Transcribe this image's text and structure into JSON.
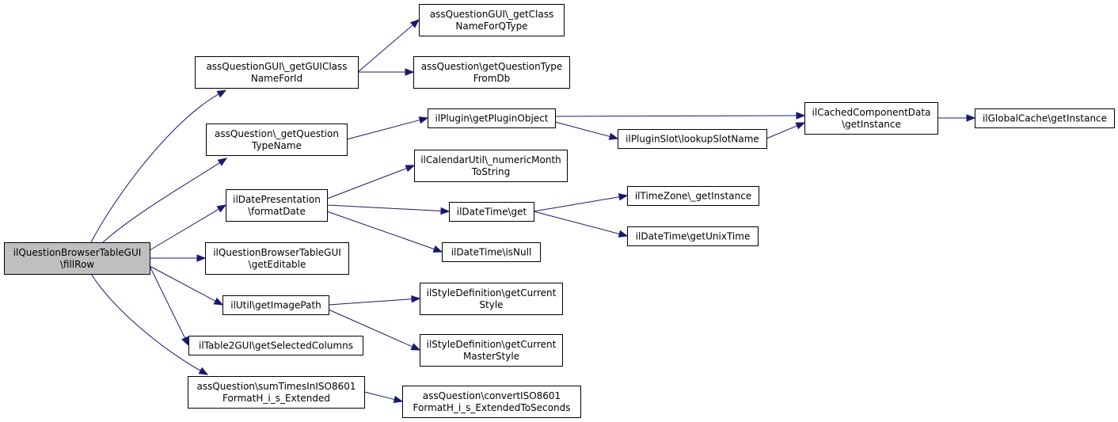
{
  "colors": {
    "edge": "#191970",
    "node_fill": "#ffffff",
    "root_fill": "#bfbfbf",
    "node_border": "#000000"
  },
  "nodes": {
    "root": {
      "lines": [
        "ilQuestionBrowserTableGUI",
        "\\fillRow"
      ]
    },
    "getguiclass": {
      "lines": [
        "assQuestionGUI\\_getGUIClass",
        "NameForId"
      ]
    },
    "getclassname": {
      "lines": [
        "assQuestionGUI\\_getClass",
        "NameForQType"
      ]
    },
    "getqtypefromdb": {
      "lines": [
        "assQuestion\\getQuestionType",
        "FromDb"
      ]
    },
    "getqtypename": {
      "lines": [
        "assQuestion\\_getQuestion",
        "TypeName"
      ]
    },
    "getpluginobject": {
      "lines": [
        "ilPlugin\\getPluginObject"
      ]
    },
    "lookupslotname": {
      "lines": [
        "ilPluginSlot\\lookupSlotName"
      ]
    },
    "cachedcomponent": {
      "lines": [
        "ilCachedComponentData",
        "\\getInstance"
      ]
    },
    "globalcache": {
      "lines": [
        "ilGlobalCache\\getInstance"
      ]
    },
    "formatdate": {
      "lines": [
        "ilDatePresentation",
        "\\formatDate"
      ]
    },
    "numericmonth": {
      "lines": [
        "ilCalendarUtil\\_numericMonth",
        "ToString"
      ]
    },
    "datetimeget": {
      "lines": [
        "ilDateTime\\get"
      ]
    },
    "timezone": {
      "lines": [
        "ilTimeZone\\_getInstance"
      ]
    },
    "unixtime": {
      "lines": [
        "ilDateTime\\getUnixTime"
      ]
    },
    "isnull": {
      "lines": [
        "ilDateTime\\isNull"
      ]
    },
    "geteditable": {
      "lines": [
        "ilQuestionBrowserTableGUI",
        "\\getEditable"
      ]
    },
    "imagepath": {
      "lines": [
        "ilUtil\\getImagePath"
      ]
    },
    "currentstyle": {
      "lines": [
        "ilStyleDefinition\\getCurrent",
        "Style"
      ]
    },
    "masterstyle": {
      "lines": [
        "ilStyleDefinition\\getCurrent",
        "MasterStyle"
      ]
    },
    "selectedcolumns": {
      "lines": [
        "ilTable2GUI\\getSelectedColumns"
      ]
    },
    "sumtimes": {
      "lines": [
        "assQuestion\\sumTimesInISO8601",
        "FormatH_i_s_Extended"
      ]
    },
    "convertiso": {
      "lines": [
        "assQuestion\\convertISO8601",
        "FormatH_i_s_ExtendedToSeconds"
      ]
    }
  },
  "edges": [
    [
      "root",
      "getguiclass"
    ],
    [
      "root",
      "getqtypename"
    ],
    [
      "root",
      "formatdate"
    ],
    [
      "root",
      "geteditable"
    ],
    [
      "root",
      "imagepath"
    ],
    [
      "root",
      "selectedcolumns"
    ],
    [
      "root",
      "sumtimes"
    ],
    [
      "getguiclass",
      "getclassname"
    ],
    [
      "getguiclass",
      "getqtypefromdb"
    ],
    [
      "getqtypename",
      "getpluginobject"
    ],
    [
      "getpluginobject",
      "cachedcomponent"
    ],
    [
      "getpluginobject",
      "lookupslotname"
    ],
    [
      "lookupslotname",
      "cachedcomponent"
    ],
    [
      "cachedcomponent",
      "globalcache"
    ],
    [
      "formatdate",
      "numericmonth"
    ],
    [
      "formatdate",
      "datetimeget"
    ],
    [
      "formatdate",
      "isnull"
    ],
    [
      "datetimeget",
      "timezone"
    ],
    [
      "datetimeget",
      "unixtime"
    ],
    [
      "imagepath",
      "currentstyle"
    ],
    [
      "imagepath",
      "masterstyle"
    ],
    [
      "sumtimes",
      "convertiso"
    ]
  ]
}
